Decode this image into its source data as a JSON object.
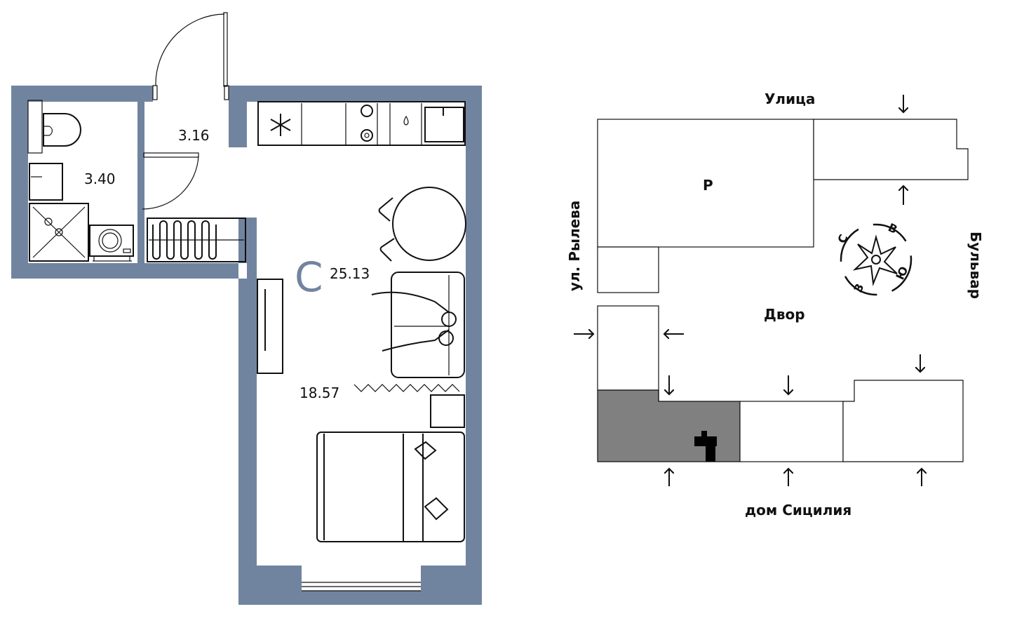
{
  "colors": {
    "wall": "#71849f",
    "highlight": "#808080",
    "ink": "#111111"
  },
  "floor_plan": {
    "rooms": [
      {
        "name": "bathroom",
        "area": "3.40"
      },
      {
        "name": "hallway",
        "area": "3.16"
      },
      {
        "name": "studio-total",
        "area": "25.13"
      },
      {
        "name": "living",
        "area": "18.57"
      }
    ],
    "type_letter": "С"
  },
  "site_plan": {
    "street_top": "Улица",
    "building_label": "Р",
    "street_left": "ул. Рылева",
    "street_right": "Бульвар",
    "courtyard": "Двор",
    "house_name": "дом Сицилия",
    "compass": {
      "north": "С",
      "east": "В",
      "south": "Ю",
      "west": "З"
    }
  }
}
